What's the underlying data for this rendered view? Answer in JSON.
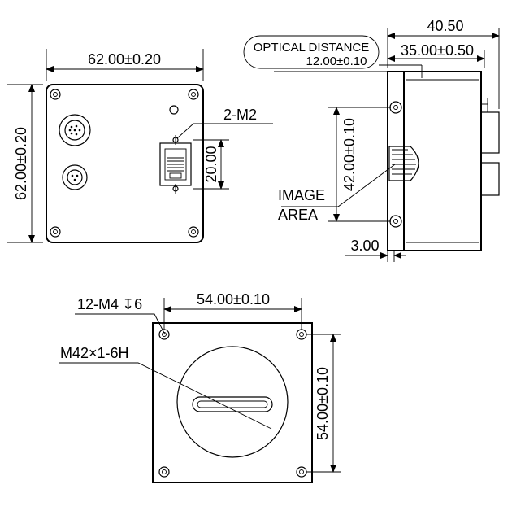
{
  "back_view": {
    "width_dim": "62.00±0.20",
    "height_dim": "62.00±0.20",
    "screw_callout": "2-M2",
    "connector_dim": "20.00"
  },
  "side_view": {
    "optical_distance_label": "OPTICAL DISTANCE",
    "optical_distance_value": "12.00±0.10",
    "overall_length": "40.50",
    "body_length": "35.00±0.50",
    "mount_spacing": "42.00±0.10",
    "image_area_line1": "IMAGE",
    "image_area_line2": "AREA",
    "flange_thickness": "3.00"
  },
  "front_view": {
    "hole_callout_prefix": "12-M4",
    "hole_callout_symbol": "↧",
    "hole_callout_depth": "6",
    "thread_callout": "M42×1-6H",
    "hole_spacing_horizontal": "54.00±0.10",
    "hole_spacing_vertical": "54.00±0.10"
  }
}
